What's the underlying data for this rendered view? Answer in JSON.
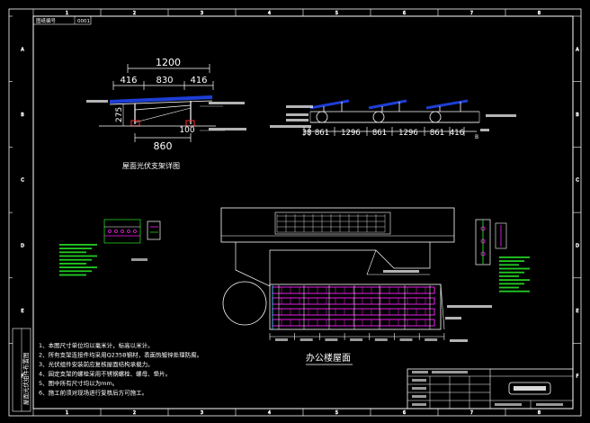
{
  "border": {
    "top_ticks": [
      "1",
      "2",
      "3",
      "4",
      "5",
      "6",
      "7",
      "8"
    ],
    "side_ticks": [
      "A",
      "B",
      "C",
      "D",
      "E",
      "F"
    ]
  },
  "top_left_tag": {
    "left": "图纸编号",
    "right": "0001"
  },
  "left_strip": "屋面光伏组件布置图",
  "detail_top": {
    "dim_total": "1200",
    "dim_a": "416",
    "dim_b": "830",
    "dim_c": "416",
    "dim_left": "275",
    "dim_right": "100",
    "dim_bottom": "860",
    "caption": "屋面光伏支架详图"
  },
  "detail_right": {
    "dims": [
      "38",
      "861",
      "1296",
      "861",
      "1296",
      "861",
      "416"
    ],
    "end_label": "B"
  },
  "plan": {
    "title": "办公楼屋面"
  },
  "notes": [
    "1、本图尺寸单位均以毫米计，标高以米计。",
    "2、所有支架连接件均采用Q235B钢材，表面热镀锌处理防腐。",
    "3、光伏组件安装前应复核屋面结构承载力。",
    "4、固定支架的螺栓采用不锈钢螺栓、螺母、垫片。",
    "5、图中所有尺寸均以为mm。",
    "6、施工前须对现场进行复核后方可施工。"
  ],
  "colors": {
    "frame": "#ffffff",
    "module": "#1e3ed6",
    "magenta": "#ff22ff",
    "green": "#22cc22",
    "red": "#ff2a2a",
    "cyan": "#33ccff"
  }
}
